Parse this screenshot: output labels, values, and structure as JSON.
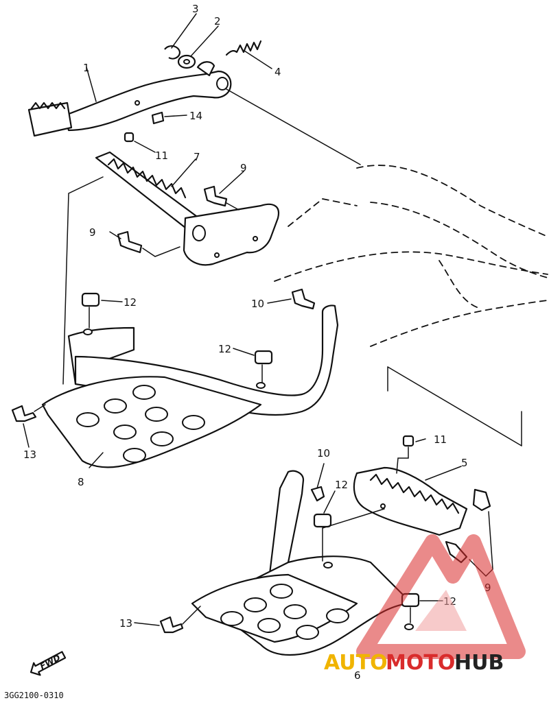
{
  "diagram": {
    "part_numbers": [
      "1",
      "2",
      "3",
      "4",
      "5",
      "6",
      "7",
      "8",
      "9",
      "9",
      "9",
      "10",
      "10",
      "11",
      "11",
      "12",
      "12",
      "12",
      "12",
      "13",
      "13",
      "14"
    ],
    "code": "3GG2100-0310",
    "fwd_label": "FWD"
  },
  "watermark": {
    "auto": "AUTO",
    "moto": "MOTO",
    "hub": "HUB",
    "color_primary": "#d92c2c",
    "color_secondary": "#f0b400"
  }
}
